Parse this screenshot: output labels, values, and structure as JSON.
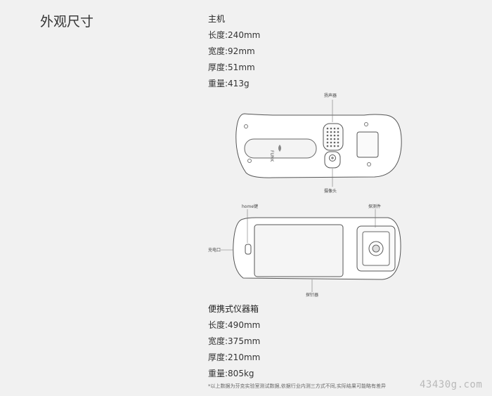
{
  "section": {
    "title": "外观尺寸"
  },
  "host": {
    "heading": "主机",
    "specs": [
      {
        "label": "长度:",
        "value": "240mm"
      },
      {
        "label": "宽度:",
        "value": "92mm"
      },
      {
        "label": "厚度:",
        "value": "51mm"
      },
      {
        "label": "重量:",
        "value": "413g"
      }
    ]
  },
  "figure_top": {
    "brand": "FUNK",
    "callouts": {
      "speaker": "扬声器",
      "camera": "摄像头"
    }
  },
  "figure_front": {
    "callouts": {
      "home": "home键",
      "charge": "充电口",
      "probe": "探测件",
      "bottom": "探针器"
    }
  },
  "case": {
    "heading": "便携式仪器箱",
    "specs": [
      {
        "label": "长度:",
        "value": "490mm"
      },
      {
        "label": "宽度:",
        "value": "375mm"
      },
      {
        "label": "厚度:",
        "value": "210mm"
      },
      {
        "label": "重量:",
        "value": "805kg"
      }
    ]
  },
  "footnote": "*以上数据为芬克实验室测试数据,依据行业内测三方式不同,实际结果可能略有差异",
  "watermark": "43430g.com"
}
